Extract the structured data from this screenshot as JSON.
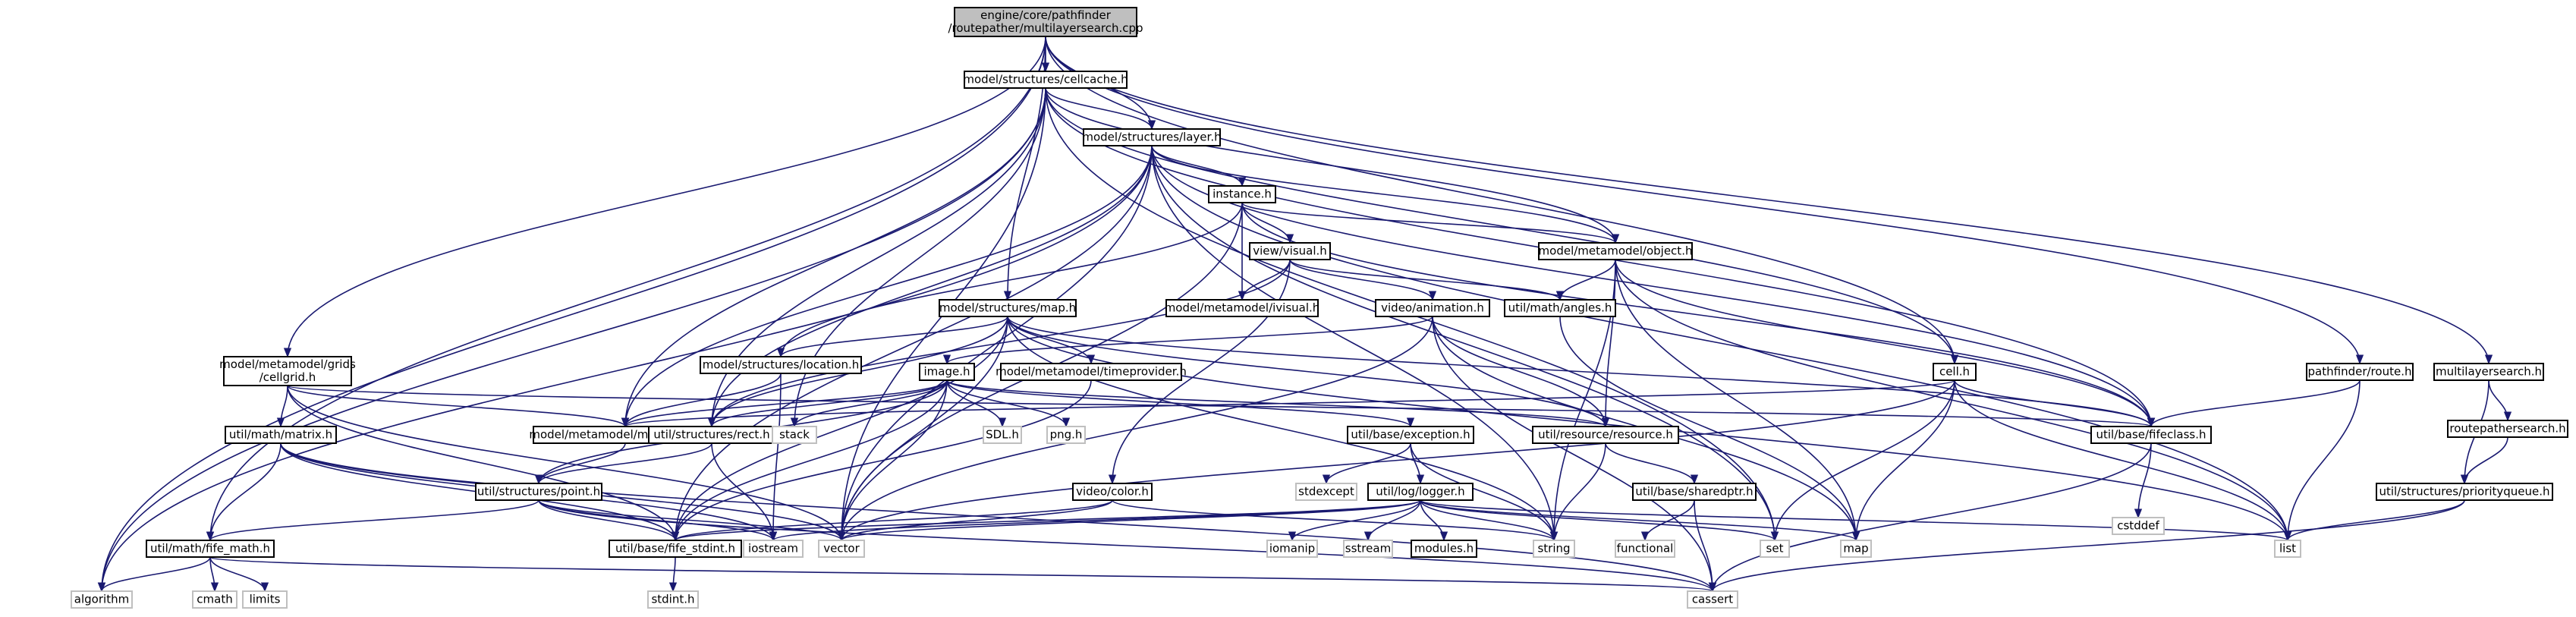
{
  "diagram": {
    "type": "include-dependency-graph",
    "colors": {
      "edge": "#191970",
      "root_fill": "#bfbfbf",
      "node_border": "#000000",
      "system_border": "#bfbfbf"
    },
    "nodes": [
      {
        "id": "root",
        "lines": [
          "engine/core/pathfinder",
          "/routepather/multilayersearch.cpp"
        ],
        "kind": "root"
      },
      {
        "id": "cellcache",
        "lines": [
          "model/structures/cellcache.h"
        ],
        "kind": "local"
      },
      {
        "id": "layer",
        "lines": [
          "model/structures/layer.h"
        ],
        "kind": "local"
      },
      {
        "id": "instance",
        "lines": [
          "instance.h"
        ],
        "kind": "local"
      },
      {
        "id": "object",
        "lines": [
          "model/metamodel/object.h"
        ],
        "kind": "local"
      },
      {
        "id": "visual",
        "lines": [
          "view/visual.h"
        ],
        "kind": "local"
      },
      {
        "id": "ivisual",
        "lines": [
          "model/metamodel/ivisual.h"
        ],
        "kind": "local"
      },
      {
        "id": "animation",
        "lines": [
          "video/animation.h"
        ],
        "kind": "local"
      },
      {
        "id": "angles",
        "lines": [
          "util/math/angles.h"
        ],
        "kind": "local"
      },
      {
        "id": "map",
        "lines": [
          "model/structures/map.h"
        ],
        "kind": "local"
      },
      {
        "id": "cellgrid",
        "lines": [
          "model/metamodel/grids",
          "/cellgrid.h"
        ],
        "kind": "local"
      },
      {
        "id": "location",
        "lines": [
          "model/structures/location.h"
        ],
        "kind": "local"
      },
      {
        "id": "image",
        "lines": [
          "image.h"
        ],
        "kind": "local"
      },
      {
        "id": "timeprovider",
        "lines": [
          "model/metamodel/timeprovider.h"
        ],
        "kind": "local"
      },
      {
        "id": "cell",
        "lines": [
          "cell.h"
        ],
        "kind": "local"
      },
      {
        "id": "route",
        "lines": [
          "pathfinder/route.h"
        ],
        "kind": "local"
      },
      {
        "id": "mlsearch",
        "lines": [
          "multilayersearch.h"
        ],
        "kind": "local"
      },
      {
        "id": "rpsearch",
        "lines": [
          "routepathersearch.h"
        ],
        "kind": "local"
      },
      {
        "id": "matrix",
        "lines": [
          "util/math/matrix.h"
        ],
        "kind": "local"
      },
      {
        "id": "modelcoords",
        "lines": [
          "model/metamodel/modelcoords.h"
        ],
        "kind": "local"
      },
      {
        "id": "rect",
        "lines": [
          "util/structures/rect.h"
        ],
        "kind": "local"
      },
      {
        "id": "stack",
        "lines": [
          "stack"
        ],
        "kind": "system"
      },
      {
        "id": "sdl",
        "lines": [
          "SDL.h"
        ],
        "kind": "system"
      },
      {
        "id": "png",
        "lines": [
          "png.h"
        ],
        "kind": "system"
      },
      {
        "id": "exception",
        "lines": [
          "util/base/exception.h"
        ],
        "kind": "local"
      },
      {
        "id": "resource",
        "lines": [
          "util/resource/resource.h"
        ],
        "kind": "local"
      },
      {
        "id": "fifeclass",
        "lines": [
          "util/base/fifeclass.h"
        ],
        "kind": "local"
      },
      {
        "id": "pqueue",
        "lines": [
          "util/structures/priorityqueue.h"
        ],
        "kind": "local"
      },
      {
        "id": "point",
        "lines": [
          "util/structures/point.h"
        ],
        "kind": "local"
      },
      {
        "id": "color",
        "lines": [
          "video/color.h"
        ],
        "kind": "local"
      },
      {
        "id": "stdexcept",
        "lines": [
          "stdexcept"
        ],
        "kind": "system"
      },
      {
        "id": "logger",
        "lines": [
          "util/log/logger.h"
        ],
        "kind": "local"
      },
      {
        "id": "sharedptr",
        "lines": [
          "util/base/sharedptr.h"
        ],
        "kind": "local"
      },
      {
        "id": "cstddef",
        "lines": [
          "cstddef"
        ],
        "kind": "system"
      },
      {
        "id": "fifemath",
        "lines": [
          "util/math/fife_math.h"
        ],
        "kind": "local"
      },
      {
        "id": "fifestdint",
        "lines": [
          "util/base/fife_stdint.h"
        ],
        "kind": "local"
      },
      {
        "id": "iostream",
        "lines": [
          "iostream"
        ],
        "kind": "system"
      },
      {
        "id": "vector",
        "lines": [
          "vector"
        ],
        "kind": "system"
      },
      {
        "id": "iomanip",
        "lines": [
          "iomanip"
        ],
        "kind": "system"
      },
      {
        "id": "sstream",
        "lines": [
          "sstream"
        ],
        "kind": "system"
      },
      {
        "id": "modules",
        "lines": [
          "modules.h"
        ],
        "kind": "local"
      },
      {
        "id": "string",
        "lines": [
          "string"
        ],
        "kind": "system"
      },
      {
        "id": "functional",
        "lines": [
          "functional"
        ],
        "kind": "system"
      },
      {
        "id": "set",
        "lines": [
          "set"
        ],
        "kind": "system"
      },
      {
        "id": "mapstd",
        "lines": [
          "map"
        ],
        "kind": "system"
      },
      {
        "id": "list",
        "lines": [
          "list"
        ],
        "kind": "system"
      },
      {
        "id": "algorithm",
        "lines": [
          "algorithm"
        ],
        "kind": "system"
      },
      {
        "id": "cmath",
        "lines": [
          "cmath"
        ],
        "kind": "system"
      },
      {
        "id": "limits",
        "lines": [
          "limits"
        ],
        "kind": "system"
      },
      {
        "id": "stdint",
        "lines": [
          "stdint.h"
        ],
        "kind": "system"
      },
      {
        "id": "cassert",
        "lines": [
          "cassert"
        ],
        "kind": "system"
      }
    ],
    "edges": [
      [
        "root",
        "cellcache"
      ],
      [
        "root",
        "layer"
      ],
      [
        "root",
        "map"
      ],
      [
        "root",
        "cellgrid"
      ],
      [
        "root",
        "cell"
      ],
      [
        "root",
        "route"
      ],
      [
        "root",
        "mlsearch"
      ],
      [
        "root",
        "algorithm"
      ],
      [
        "root",
        "fifemath"
      ],
      [
        "cellcache",
        "layer"
      ],
      [
        "cellcache",
        "object"
      ],
      [
        "cellcache",
        "cell"
      ],
      [
        "cellcache",
        "fifeclass"
      ],
      [
        "cellcache",
        "rect"
      ],
      [
        "cellcache",
        "modelcoords"
      ],
      [
        "cellcache",
        "set"
      ],
      [
        "cellcache",
        "stack"
      ],
      [
        "cellcache",
        "vector"
      ],
      [
        "cellcache",
        "algorithm"
      ],
      [
        "layer",
        "instance"
      ],
      [
        "layer",
        "object"
      ],
      [
        "layer",
        "modelcoords"
      ],
      [
        "layer",
        "rect"
      ],
      [
        "layer",
        "fifeclass"
      ],
      [
        "layer",
        "string"
      ],
      [
        "layer",
        "set"
      ],
      [
        "layer",
        "list"
      ],
      [
        "layer",
        "algorithm"
      ],
      [
        "layer",
        "vector"
      ],
      [
        "layer",
        "fifestdint"
      ],
      [
        "instance",
        "object"
      ],
      [
        "instance",
        "visual"
      ],
      [
        "instance",
        "ivisual"
      ],
      [
        "instance",
        "location"
      ],
      [
        "instance",
        "fifeclass"
      ],
      [
        "instance",
        "vector"
      ],
      [
        "object",
        "angles"
      ],
      [
        "object",
        "resource"
      ],
      [
        "object",
        "fifeclass"
      ],
      [
        "object",
        "string"
      ],
      [
        "object",
        "list"
      ],
      [
        "object",
        "mapstd"
      ],
      [
        "visual",
        "ivisual"
      ],
      [
        "visual",
        "animation"
      ],
      [
        "visual",
        "angles"
      ],
      [
        "visual",
        "color"
      ],
      [
        "visual",
        "rect"
      ],
      [
        "animation",
        "image"
      ],
      [
        "animation",
        "resource"
      ],
      [
        "animation",
        "vector"
      ],
      [
        "animation",
        "mapstd"
      ],
      [
        "animation",
        "cassert"
      ],
      [
        "angles",
        "mapstd"
      ],
      [
        "map",
        "location"
      ],
      [
        "map",
        "timeprovider"
      ],
      [
        "map",
        "rect"
      ],
      [
        "map",
        "fifeclass"
      ],
      [
        "map",
        "resource"
      ],
      [
        "map",
        "list"
      ],
      [
        "map",
        "vector"
      ],
      [
        "map",
        "string"
      ],
      [
        "map",
        "fifestdint"
      ],
      [
        "cellgrid",
        "modelcoords"
      ],
      [
        "cellgrid",
        "matrix"
      ],
      [
        "cellgrid",
        "fifeclass"
      ],
      [
        "cellgrid",
        "fifestdint"
      ],
      [
        "cellgrid",
        "vector"
      ],
      [
        "location",
        "modelcoords"
      ],
      [
        "location",
        "iostream"
      ],
      [
        "image",
        "rect"
      ],
      [
        "image",
        "resource"
      ],
      [
        "image",
        "stack"
      ],
      [
        "image",
        "sdl"
      ],
      [
        "image",
        "png"
      ],
      [
        "image",
        "modelcoords"
      ],
      [
        "image",
        "point"
      ],
      [
        "image",
        "fifestdint"
      ],
      [
        "image",
        "vector"
      ],
      [
        "image",
        "exception"
      ],
      [
        "timeprovider",
        "fifestdint"
      ],
      [
        "cell",
        "fifeclass"
      ],
      [
        "cell",
        "modelcoords"
      ],
      [
        "cell",
        "vector"
      ],
      [
        "cell",
        "set"
      ],
      [
        "cell",
        "mapstd"
      ],
      [
        "cell",
        "list"
      ],
      [
        "route",
        "fifeclass"
      ],
      [
        "route",
        "list"
      ],
      [
        "mlsearch",
        "rpsearch"
      ],
      [
        "mlsearch",
        "pqueue"
      ],
      [
        "rpsearch",
        "pqueue"
      ],
      [
        "pqueue",
        "list"
      ],
      [
        "pqueue",
        "cassert"
      ],
      [
        "matrix",
        "fifemath"
      ],
      [
        "matrix",
        "fifestdint"
      ],
      [
        "matrix",
        "iostream"
      ],
      [
        "matrix",
        "vector"
      ],
      [
        "matrix",
        "cassert"
      ],
      [
        "modelcoords",
        "point"
      ],
      [
        "rect",
        "point"
      ],
      [
        "rect",
        "iostream"
      ],
      [
        "exception",
        "stdexcept"
      ],
      [
        "exception",
        "logger"
      ],
      [
        "exception",
        "string"
      ],
      [
        "resource",
        "sharedptr"
      ],
      [
        "resource",
        "string"
      ],
      [
        "fifeclass",
        "cstddef"
      ],
      [
        "fifeclass",
        "cassert"
      ],
      [
        "point",
        "fifemath"
      ],
      [
        "point",
        "fifestdint"
      ],
      [
        "point",
        "iostream"
      ],
      [
        "point",
        "vector"
      ],
      [
        "point",
        "cassert"
      ],
      [
        "color",
        "fifestdint"
      ],
      [
        "color",
        "vector"
      ],
      [
        "color",
        "string"
      ],
      [
        "logger",
        "fifestdint"
      ],
      [
        "logger",
        "iomanip"
      ],
      [
        "logger",
        "sstream"
      ],
      [
        "logger",
        "modules"
      ],
      [
        "logger",
        "string"
      ],
      [
        "logger",
        "set"
      ],
      [
        "logger",
        "list"
      ],
      [
        "logger",
        "vector"
      ],
      [
        "logger",
        "mapstd"
      ],
      [
        "logger",
        "iostream"
      ],
      [
        "sharedptr",
        "functional"
      ],
      [
        "sharedptr",
        "cassert"
      ],
      [
        "fifemath",
        "cmath"
      ],
      [
        "fifemath",
        "limits"
      ],
      [
        "fifemath",
        "algorithm"
      ],
      [
        "fifemath",
        "cassert"
      ],
      [
        "fifestdint",
        "stdint"
      ]
    ]
  }
}
